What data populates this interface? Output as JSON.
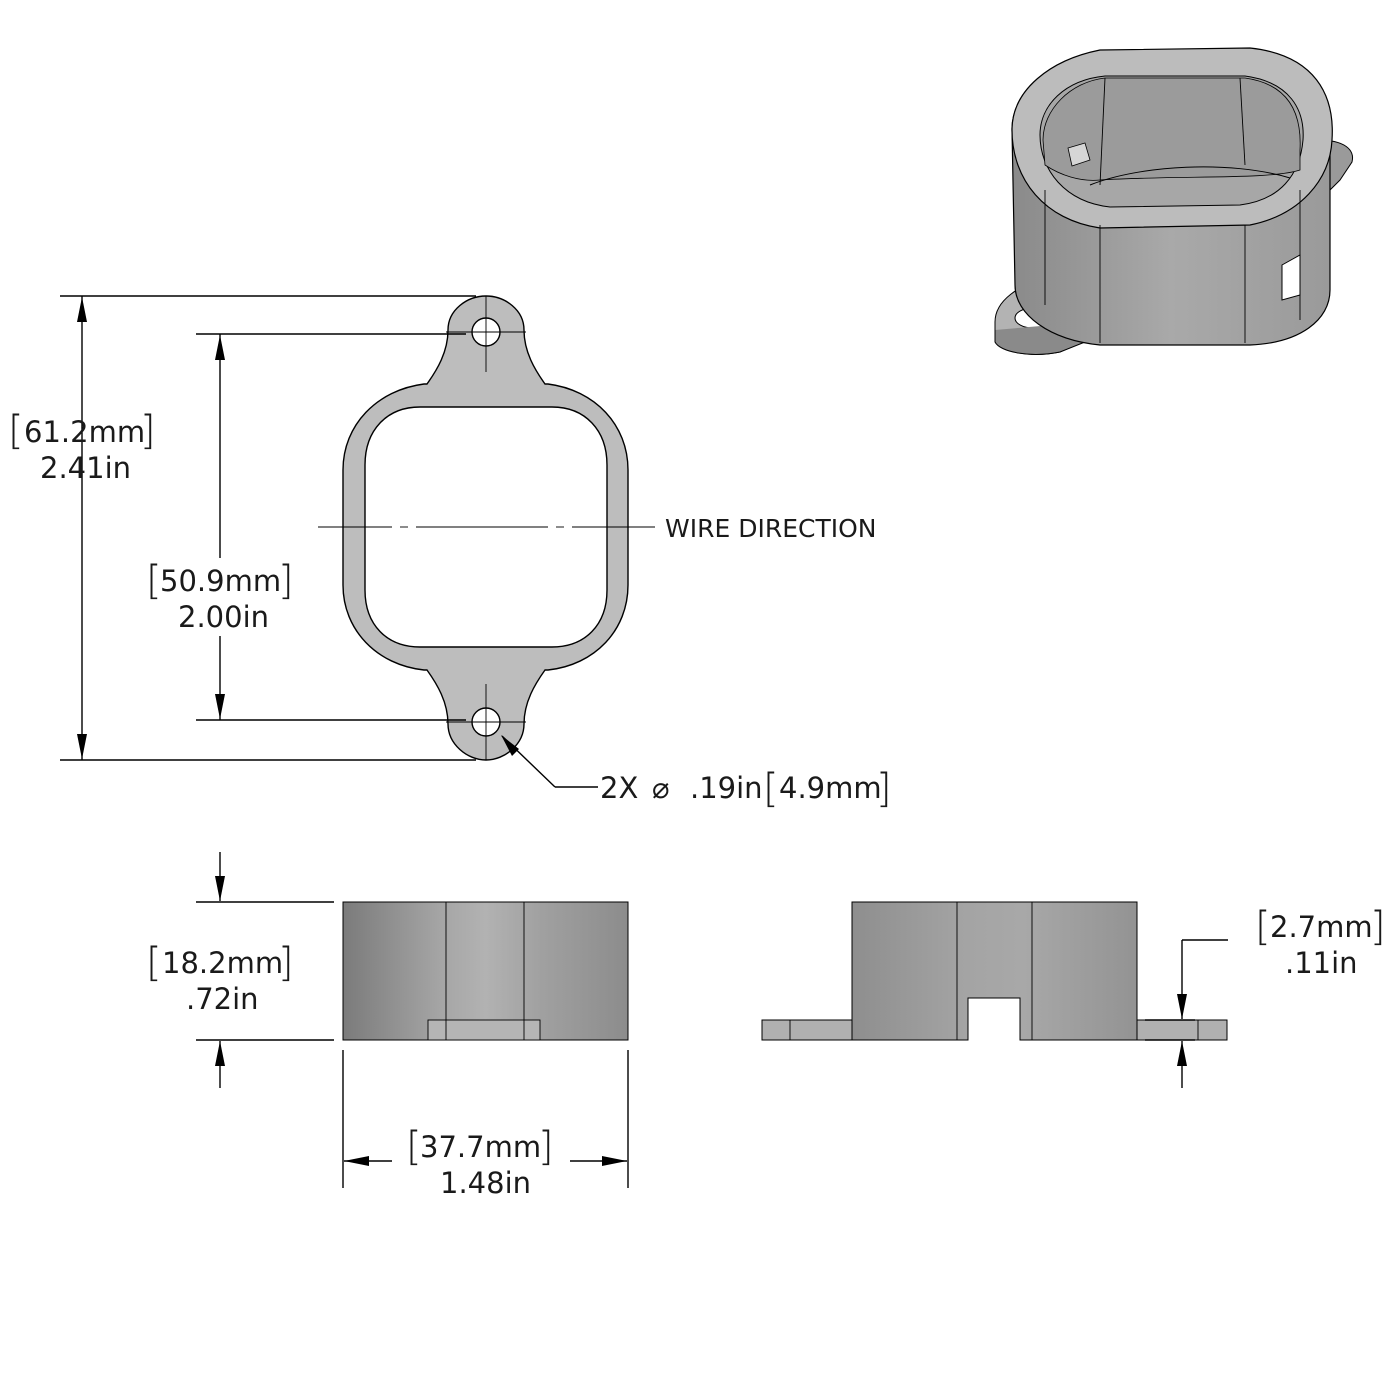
{
  "dimensions": {
    "overall_height": {
      "mm": "61.2mm",
      "in": "2.41in"
    },
    "hole_spacing": {
      "mm": "50.9mm",
      "in": "2.00in"
    },
    "hole_diameter": {
      "count": "2X",
      "symbol": "⌀",
      "in": ".19in",
      "mm": "4.9mm"
    },
    "body_height": {
      "mm": "18.2mm",
      "in": ".72in"
    },
    "body_width": {
      "mm": "37.7mm",
      "in": "1.48in"
    },
    "flange_thickness": {
      "mm": "2.7mm",
      "in": ".11in"
    }
  },
  "labels": {
    "wire_direction": "WIRE DIRECTION"
  },
  "colors": {
    "part_face": "#bdbdbd",
    "part_dark": "#8a8a8a",
    "line": "#000000"
  }
}
